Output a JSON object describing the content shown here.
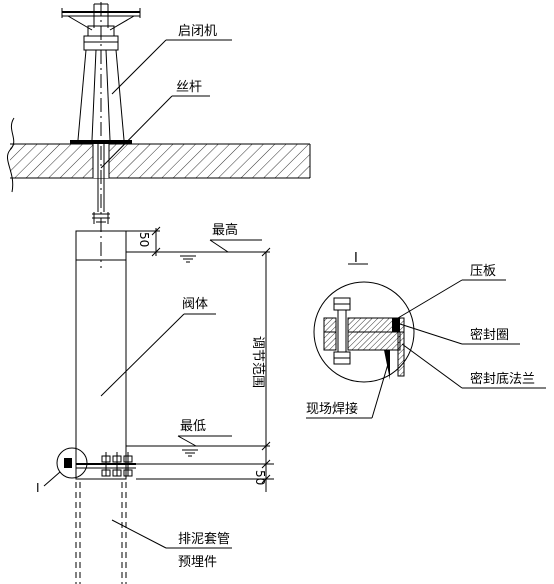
{
  "labels": {
    "hoist": "启闭机",
    "stem": "丝杆",
    "highest": "最高",
    "lowest": "最低",
    "valve_body": "阀体",
    "adjust_range": "调节范围",
    "pressing_plate": "压板",
    "seal_ring": "密封圈",
    "seal_flange": "密封底法兰",
    "field_weld": "现场焊接",
    "sludge_pipe": "排泥套管",
    "embedded_part": "预埋件",
    "detail_mark": "I",
    "detail_title": "I"
  },
  "dimensions": {
    "top_offset": "50",
    "bottom_offset": "50"
  }
}
